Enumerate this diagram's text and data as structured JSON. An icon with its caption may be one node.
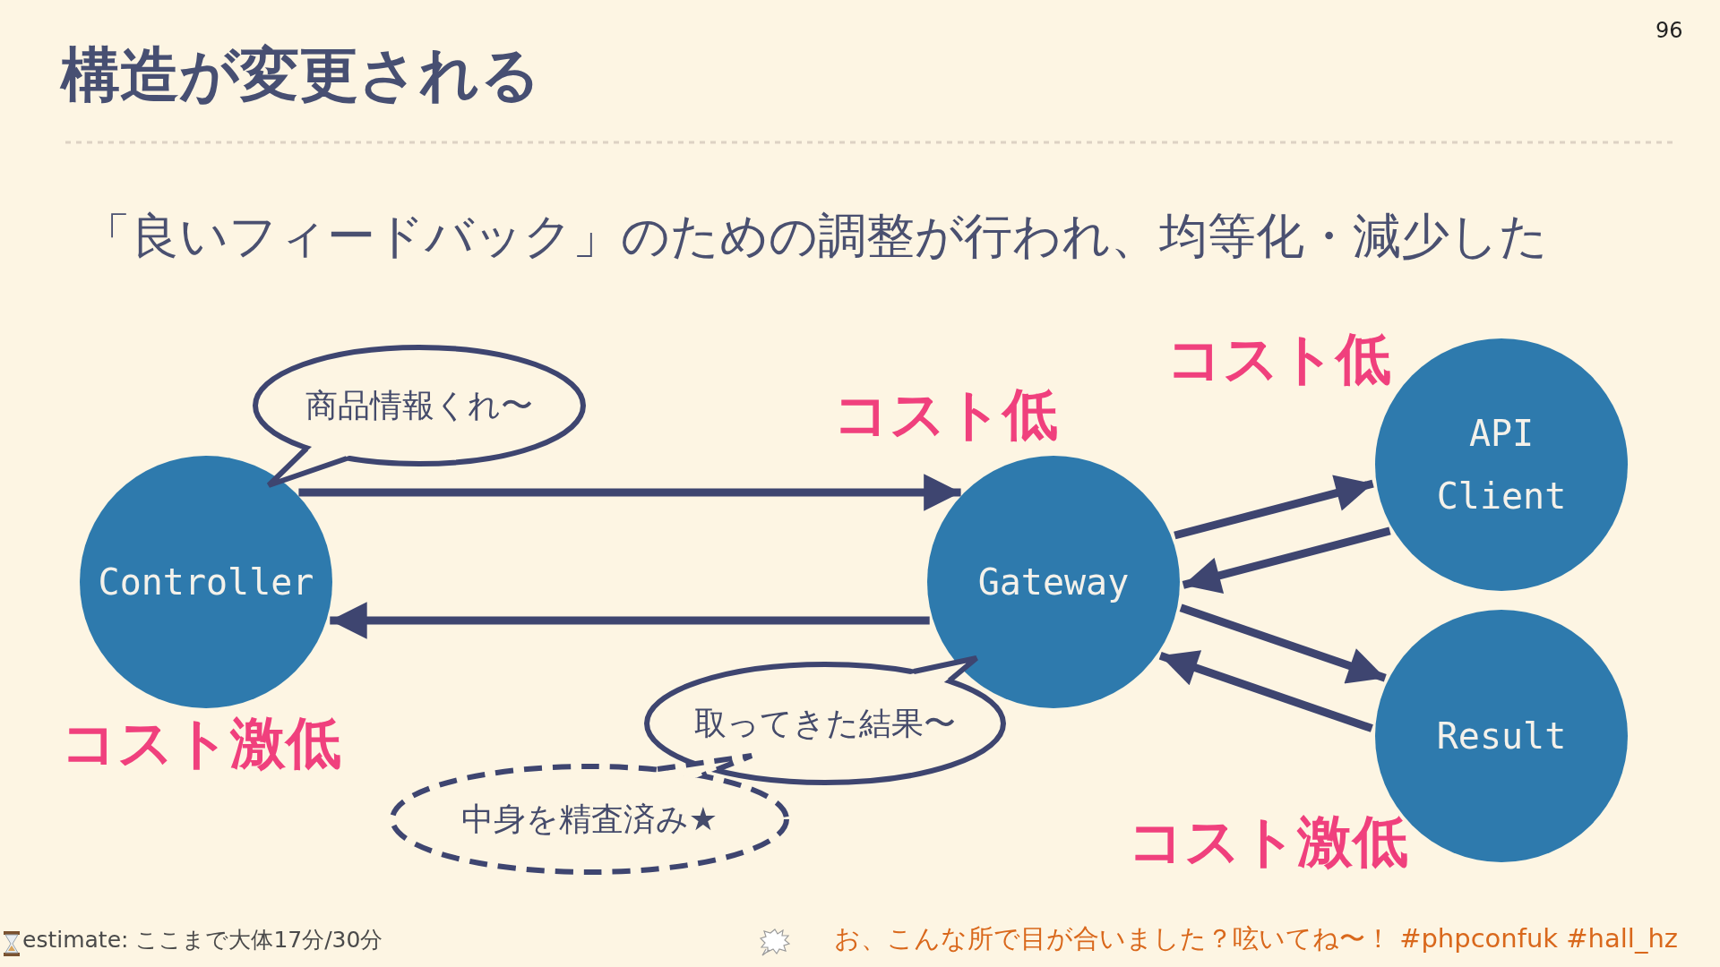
{
  "diagram": {
    "title": "構造が変更される",
    "nodes": [
      {
        "text": [
          "Controller"
        ]
      },
      {
        "text": [
          "Gateway"
        ]
      },
      {
        "text": [
          "API Client"
        ]
      },
      {
        "text": [
          "Result"
        ]
      },
      {
        "text": [
          "商品情報くれ〜"
        ]
      },
      {
        "text": [
          "取ってきた結果〜"
        ]
      },
      {
        "text": [
          "中身を精査済み★"
        ]
      }
    ],
    "edges": [
      {
        "from": 0,
        "to": 1,
        "arrow": "to"
      },
      {
        "from": 1,
        "to": 0,
        "arrow": "to"
      },
      {
        "from": 1,
        "to": 2,
        "arrow": "to"
      },
      {
        "from": 2,
        "to": 1,
        "arrow": "to"
      },
      {
        "from": 1,
        "to": 3,
        "arrow": "to"
      },
      {
        "from": 3,
        "to": 1,
        "arrow": "to"
      }
    ],
    "labels": [
      "96",
      "「良いフィードバック」のための調整が行われ、均等化・減少した",
      "コスト低",
      "コスト低",
      "コスト激低",
      "コスト激低",
      "estimate: ここまで大体17分/30分",
      "お、こんな所で目が合いました？呟いてね〜！ #phpconfuk #hall_hz"
    ]
  }
}
